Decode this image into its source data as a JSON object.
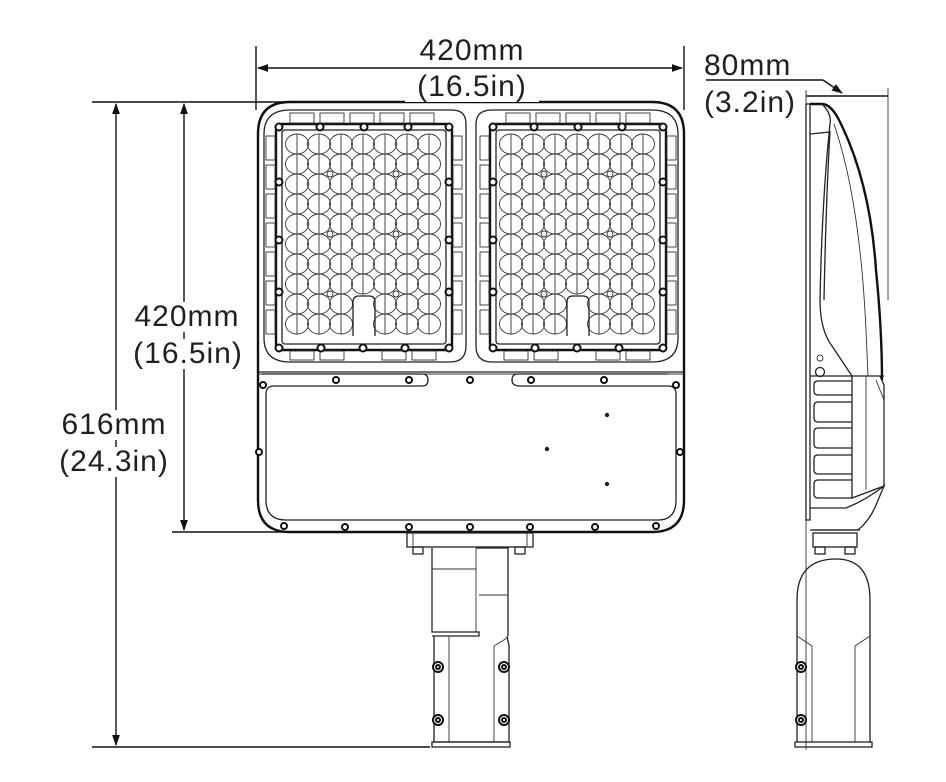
{
  "diagram": {
    "type": "technical-dimension-drawing",
    "subject": "LED shoebox area light fixture with slip fitter mount",
    "views": [
      "front-view",
      "side-view"
    ],
    "line_color": "#231f20",
    "background": "#ffffff"
  },
  "dimensions": {
    "width": {
      "mm": "420mm",
      "inch": "(16.5in)"
    },
    "head_height": {
      "mm": "420mm",
      "inch": "(16.5in)"
    },
    "total_height": {
      "mm": "616mm",
      "inch": "(24.3in)"
    },
    "depth": {
      "mm": "80mm",
      "inch": "(3.2in)"
    }
  },
  "front_view": {
    "led_modules": 2,
    "led_grid": {
      "columns": 7,
      "rows": 10
    },
    "driver_panel_dots": 3
  },
  "side_view": {
    "heatsink_fins": 5
  }
}
